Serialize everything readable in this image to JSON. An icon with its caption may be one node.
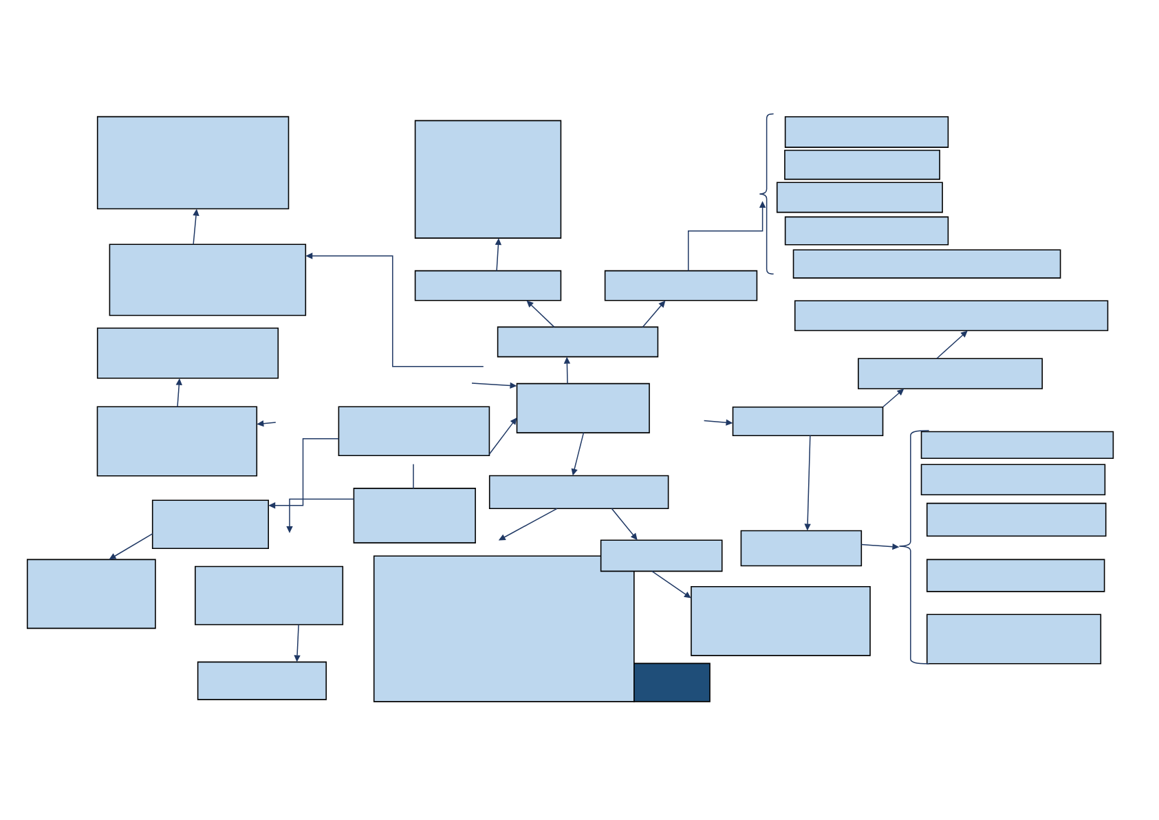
{
  "diagram": {
    "nodes": [
      {
        "text": [],
        "shape": "box"
      },
      {
        "text": [],
        "shape": "box"
      },
      {
        "text": [],
        "shape": "box"
      },
      {
        "text": [],
        "shape": "box"
      },
      {
        "text": [],
        "shape": "box"
      },
      {
        "text": [],
        "shape": "box"
      },
      {
        "text": [],
        "shape": "box"
      },
      {
        "text": [],
        "shape": "box"
      },
      {
        "text": [],
        "shape": "box"
      },
      {
        "text": [],
        "shape": "box"
      },
      {
        "text": [],
        "shape": "box"
      },
      {
        "text": [],
        "shape": "box"
      },
      {
        "text": [],
        "shape": "box"
      },
      {
        "text": [],
        "shape": "box"
      },
      {
        "text": [],
        "shape": "box"
      },
      {
        "text": [],
        "shape": "box"
      },
      {
        "text": [],
        "shape": "box"
      },
      {
        "text": [],
        "shape": "box"
      },
      {
        "text": [],
        "shape": "box"
      },
      {
        "text": [],
        "shape": "box"
      },
      {
        "text": [],
        "shape": "box"
      },
      {
        "text": [],
        "shape": "box"
      },
      {
        "text": [],
        "shape": "box"
      },
      {
        "text": [],
        "shape": "box"
      },
      {
        "text": [],
        "shape": "box"
      },
      {
        "text": [],
        "shape": "box"
      },
      {
        "text": [],
        "shape": "box"
      },
      {
        "text": [],
        "shape": "box"
      },
      {
        "text": [],
        "shape": "box"
      },
      {
        "text": [],
        "shape": "box"
      },
      {
        "text": [],
        "shape": "box"
      },
      {
        "text": [],
        "shape": "box"
      },
      {
        "text": [],
        "shape": "box"
      },
      {
        "text": [],
        "shape": "box"
      },
      {
        "text": [],
        "shape": "brace"
      },
      {
        "text": [],
        "shape": "brace"
      }
    ],
    "edges": [
      {
        "from": 7,
        "to": 0,
        "arrow": "to"
      },
      {
        "from": null,
        "to": 7,
        "arrow": "to"
      },
      {
        "from": 15,
        "to": 11,
        "arrow": "to"
      },
      {
        "from": null,
        "to": 15,
        "arrow": "to"
      },
      {
        "from": 16,
        "to": 22,
        "arrow": "to"
      },
      {
        "from": 21,
        "to": null,
        "arrow": "to"
      },
      {
        "from": 21,
        "to": 16,
        "arrow": "none"
      },
      {
        "from": 22,
        "to": 27,
        "arrow": "to"
      },
      {
        "from": 29,
        "to": 32,
        "arrow": "to"
      },
      {
        "from": 8,
        "to": 1,
        "arrow": "to"
      },
      {
        "from": 12,
        "to": 8,
        "arrow": "to"
      },
      {
        "from": 12,
        "to": 9,
        "arrow": "to"
      },
      {
        "from": 14,
        "to": 12,
        "arrow": "to"
      },
      {
        "from": null,
        "to": 14,
        "arrow": "to"
      },
      {
        "from": 16,
        "to": 14,
        "arrow": "to"
      },
      {
        "from": 14,
        "to": 20,
        "arrow": "to"
      },
      {
        "from": 20,
        "to": null,
        "arrow": "to"
      },
      {
        "from": 20,
        "to": 26,
        "arrow": "to"
      },
      {
        "from": 26,
        "to": 30,
        "arrow": "to"
      },
      {
        "from": 9,
        "to": 34,
        "arrow": "to"
      },
      {
        "from": null,
        "to": 17,
        "arrow": "to"
      },
      {
        "from": 17,
        "to": 13,
        "arrow": "to"
      },
      {
        "from": 13,
        "to": 10,
        "arrow": "to"
      },
      {
        "from": 17,
        "to": 24,
        "arrow": "to"
      },
      {
        "from": 24,
        "to": 35,
        "arrow": "to"
      }
    ]
  }
}
